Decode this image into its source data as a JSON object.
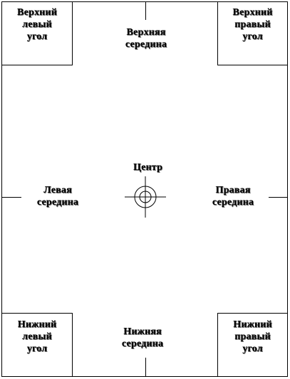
{
  "labels": {
    "top_left": "Верхний\nлевый\nугол",
    "top_center": "Верхняя\nсередина",
    "top_right": "Верхний\nправый\nугол",
    "center": "Центр",
    "left_middle": "Левая\nсередина",
    "right_middle": "Правая\nсередина",
    "bottom_left": "Нижний\nлевый\nугол",
    "bottom_center": "Нижняя\nсередина",
    "bottom_right": "Нижний\nправый\nугол"
  },
  "colors": {
    "line": "#000000",
    "background": "#ffffff"
  }
}
